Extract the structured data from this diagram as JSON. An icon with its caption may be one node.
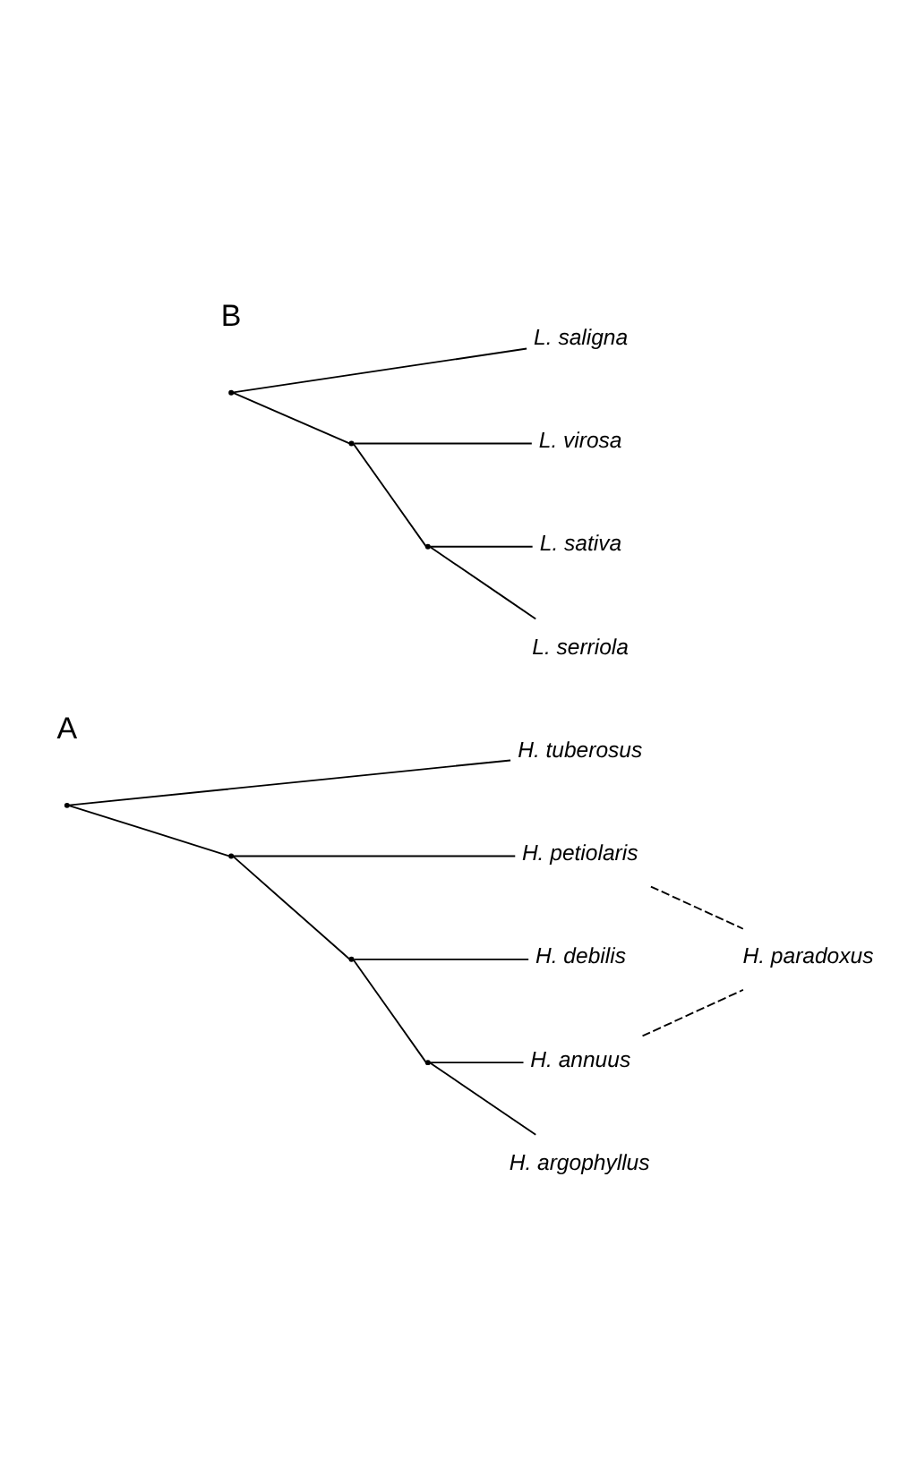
{
  "diagram": {
    "nodes": [
      {
        "text": [
          "H. tuberosus"
        ]
      },
      {
        "text": [
          "H. petiolaris"
        ]
      },
      {
        "text": [
          "H. paradoxus"
        ]
      },
      {
        "text": [
          "H. annuus"
        ]
      },
      {
        "text": [
          "H. argophyllus"
        ]
      },
      {
        "text": [
          "H. debilis"
        ]
      },
      {
        "text": [],
        "shape": "point"
      },
      {
        "text": [],
        "shape": "point"
      },
      {
        "text": [],
        "shape": "point"
      },
      {
        "text": [],
        "shape": "point"
      },
      {
        "text": [
          "L. sativa"
        ]
      },
      {
        "text": [
          "L. serriola"
        ]
      },
      {
        "text": [
          "L. virosa"
        ]
      },
      {
        "text": [
          "L. saligna"
        ]
      },
      {
        "text": [],
        "shape": "point"
      },
      {
        "text": [],
        "shape": "point"
      },
      {
        "text": [],
        "shape": "point"
      }
    ],
    "edges": [
      {
        "from": 6,
        "to": 0,
        "arrow": "none"
      },
      {
        "from": 6,
        "to": 7,
        "arrow": "none"
      },
      {
        "from": 7,
        "to": 1,
        "arrow": "none"
      },
      {
        "from": 7,
        "to": 8,
        "arrow": "none"
      },
      {
        "from": 8,
        "to": 9,
        "arrow": "none"
      },
      {
        "from": 9,
        "to": 3,
        "arrow": "none"
      },
      {
        "from": 9,
        "to": 4,
        "arrow": "none"
      },
      {
        "from": 8,
        "to": 5,
        "arrow": "none"
      },
      {
        "from": 1,
        "to": 2,
        "arrow": "none",
        "style": "dashed"
      },
      {
        "from": 3,
        "to": 2,
        "arrow": "none",
        "style": "dashed"
      },
      {
        "from": 14,
        "to": 15,
        "arrow": "none"
      },
      {
        "from": 15,
        "to": 16,
        "arrow": "none"
      },
      {
        "from": 16,
        "to": 10,
        "arrow": "none"
      },
      {
        "from": 16,
        "to": 11,
        "arrow": "none"
      },
      {
        "from": 15,
        "to": 12,
        "arrow": "none"
      },
      {
        "from": 14,
        "to": 13,
        "arrow": "none"
      }
    ],
    "labels": [
      "A",
      "B"
    ]
  }
}
